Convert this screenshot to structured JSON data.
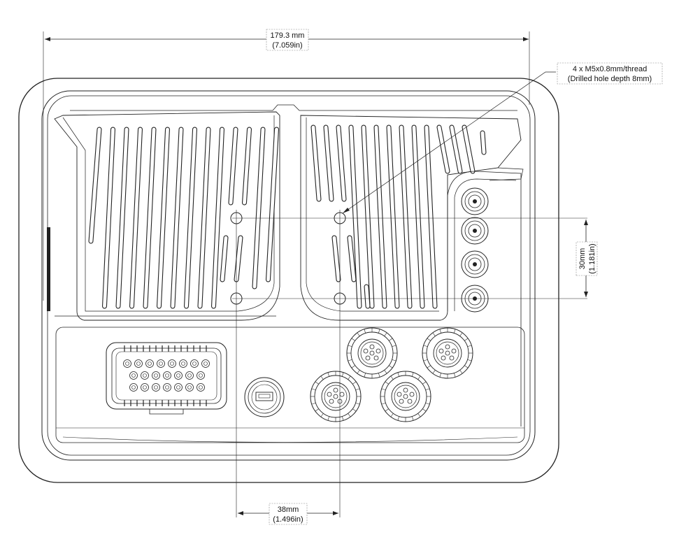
{
  "dimensions": {
    "width": {
      "metric": "179.3 mm",
      "imperial": "(7.059in)"
    },
    "hole_spacing_horizontal": {
      "metric": "38mm",
      "imperial": "(1.496in)"
    },
    "hole_spacing_vertical": {
      "metric": "30mm",
      "imperial": "(1.181in)"
    }
  },
  "callout": {
    "line1": "4 x M5x0.8mm/thread",
    "line2": "(Drilled hole depth 8mm)"
  },
  "components": {
    "mounting_holes": 4,
    "coax_connectors": 4,
    "round_connectors": 4,
    "usb_ports": 1,
    "main_connector_pin_rows": [
      8,
      7,
      7
    ]
  },
  "colors": {
    "line": "#222222",
    "background": "#ffffff"
  }
}
